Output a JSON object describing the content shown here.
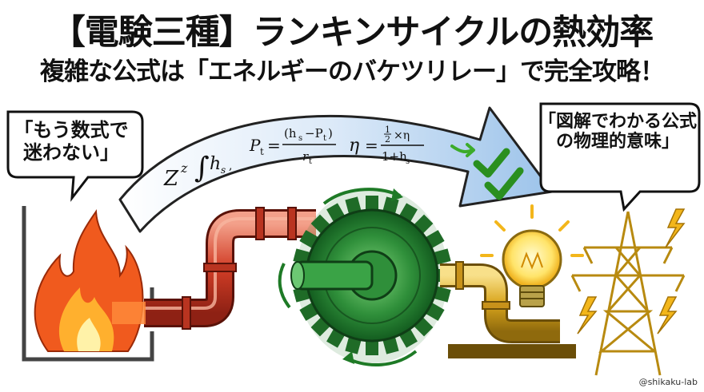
{
  "title": {
    "line1": "【電験三種】ランキンサイクルの熱効率",
    "line2": "複雑な公式は「エネルギーのバケツリレー」で完全攻略！"
  },
  "bubbles": {
    "left": "「もう数式で迷わない」",
    "right": "「図解でわかる公式の物理的意味」"
  },
  "formulas": {
    "integral": "Z^z ∫ h_s",
    "power": "P_t = (h_s − P_t) / r_t",
    "efficiency": "η = (½ × η) / (1 + h_s)"
  },
  "credit": "@shikaku-lab",
  "colors": {
    "fire": "#f05a1e",
    "pipe_hot": "#d8452c",
    "turbine": "#2f8f3a",
    "pipe_gold": "#d9a51c",
    "arrow": "#b9d6f2",
    "check": "#3cab2a"
  }
}
